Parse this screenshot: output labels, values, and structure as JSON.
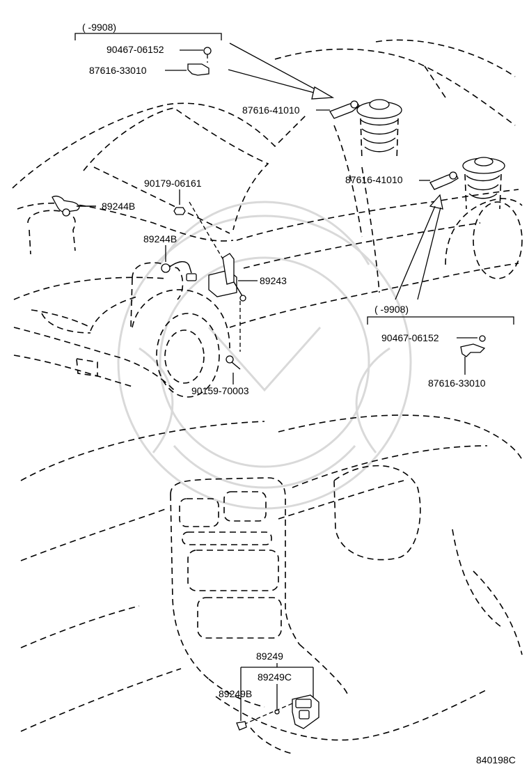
{
  "diagram": {
    "figure_code": "840198C",
    "callouts": {
      "group_top_range": "(        -9908)",
      "top_nut": "90467-06152",
      "top_bracket": "87616-33010",
      "mid_bracket_left": "87616-41010",
      "mid_bracket_right": "87616-41010",
      "screw_upper": "90179-06161",
      "sensor_front": "89244B",
      "sensor_rear": "89244B",
      "height_sensor": "89243",
      "group_right_range": "(        -9908)",
      "right_nut": "90467-06152",
      "right_bracket": "87616-33010",
      "bolt_lower": "90159-70003",
      "switch_assy": "89249",
      "switch_c": "89249C",
      "switch_b": "89249B"
    }
  }
}
